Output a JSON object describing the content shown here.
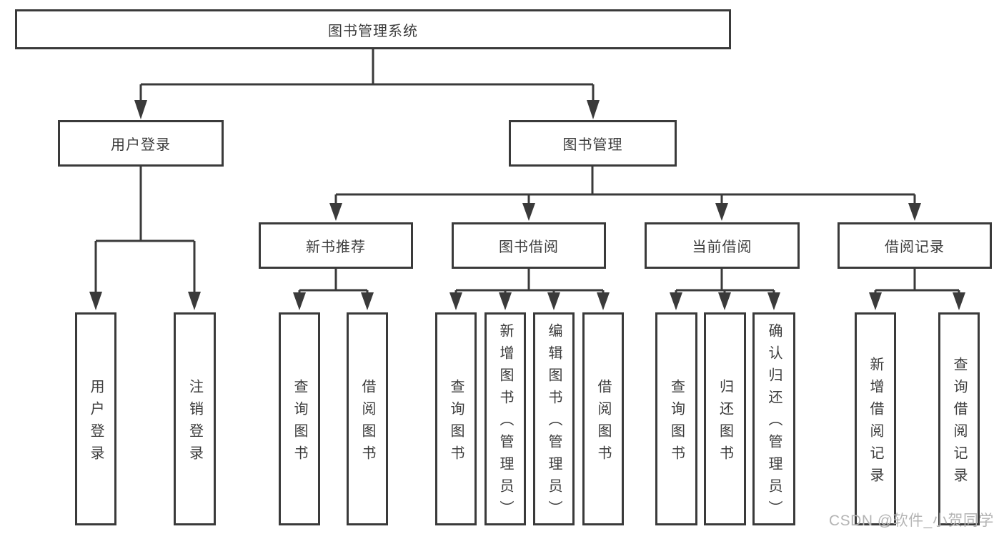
{
  "diagram": {
    "title_note": "library management system functional structure diagram",
    "root": {
      "label": "图书管理系统"
    },
    "level2": [
      {
        "label": "用户登录"
      },
      {
        "label": "图书管理"
      }
    ],
    "level3": [
      {
        "label": "新书推荐",
        "parent": "图书管理"
      },
      {
        "label": "图书借阅",
        "parent": "图书管理"
      },
      {
        "label": "当前借阅",
        "parent": "图书管理"
      },
      {
        "label": "借阅记录",
        "parent": "图书管理"
      }
    ],
    "leaves": [
      {
        "label": "用户登录",
        "parent": "用户登录"
      },
      {
        "label": "注销登录",
        "parent": "用户登录"
      },
      {
        "label": "查询图书",
        "parent": "新书推荐"
      },
      {
        "label": "借阅图书",
        "parent": "新书推荐"
      },
      {
        "label": "查询图书",
        "parent": "图书借阅"
      },
      {
        "label": "新增图书（管理员）",
        "parent": "图书借阅"
      },
      {
        "label": "编辑图书（管理员）",
        "parent": "图书借阅"
      },
      {
        "label": "借阅图书",
        "parent": "图书借阅"
      },
      {
        "label": "查询图书",
        "parent": "当前借阅"
      },
      {
        "label": "归还图书",
        "parent": "当前借阅"
      },
      {
        "label": "确认归还（管理员）",
        "parent": "当前借阅"
      },
      {
        "label": "新增借阅记录",
        "parent": "借阅记录"
      },
      {
        "label": "查询借阅记录",
        "parent": "借阅记录"
      }
    ],
    "watermark": "CSDN @软件_小贺同学",
    "colors": {
      "line": "#3a3a3a",
      "text": "#3c3c3c",
      "watermark": "#b4b4b4",
      "background": "#ffffff"
    }
  }
}
